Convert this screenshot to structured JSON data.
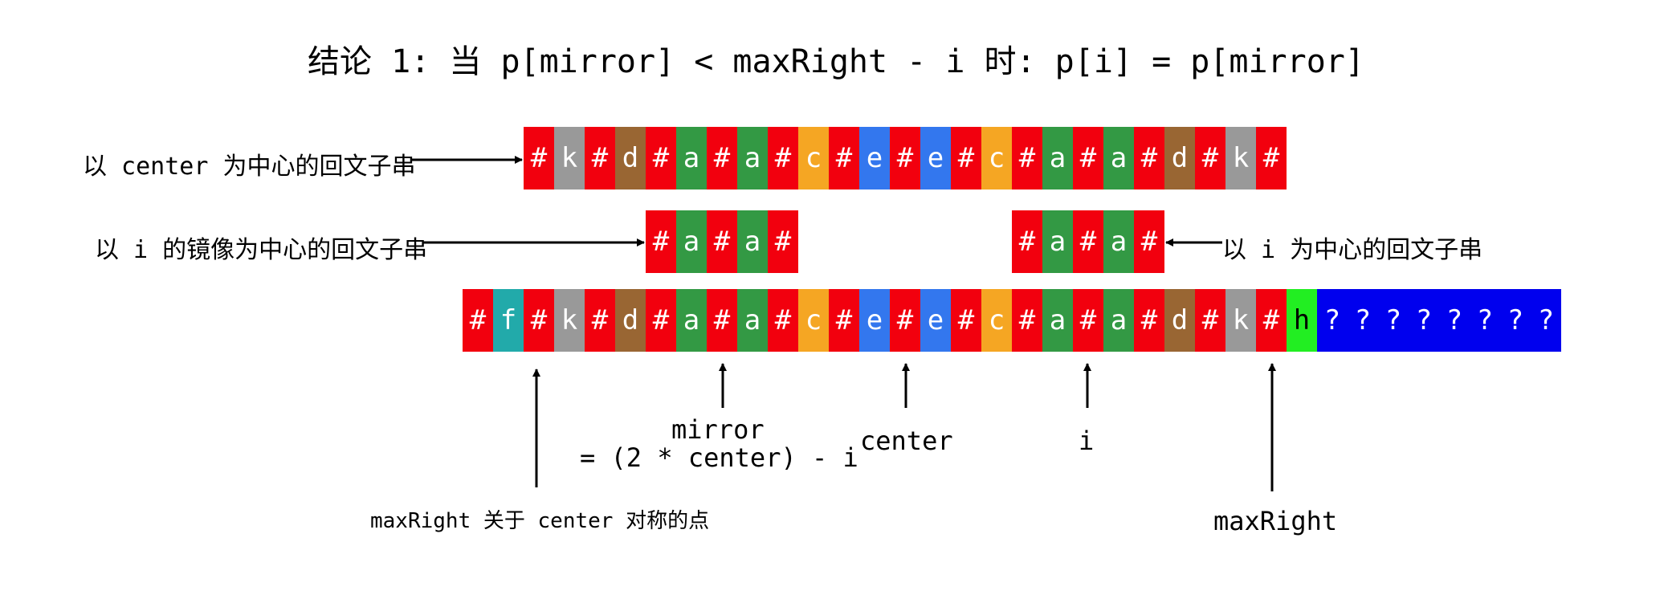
{
  "title": "结论 1: 当 p[mirror] < maxRight - i 时: p[i] = p[mirror]",
  "colors": {
    "#": "#f2000e",
    "k": "#999999",
    "d": "#996633",
    "a": "#339944",
    "c": "#f5a623",
    "e": "#3377ee",
    "f": "#22aaaa",
    "h": "#22ee22",
    "?": "#0000ee",
    "a_pale": "#4a9a5c"
  },
  "rows": {
    "center_palindrome": [
      "#",
      "k",
      "#",
      "d",
      "#",
      "a",
      "#",
      "a",
      "#",
      "c",
      "#",
      "e",
      "#",
      "e",
      "#",
      "c",
      "#",
      "a",
      "#",
      "a",
      "#",
      "d",
      "#",
      "k",
      "#"
    ],
    "mirror_palindrome": [
      "#",
      "a",
      "#",
      "a",
      "#"
    ],
    "i_palindrome": [
      "#",
      "a",
      "#",
      "a",
      "#"
    ],
    "full_string": [
      "#",
      "f",
      "#",
      "k",
      "#",
      "d",
      "#",
      "a",
      "#",
      "a",
      "#",
      "c",
      "#",
      "e",
      "#",
      "e",
      "#",
      "c",
      "#",
      "a",
      "#",
      "a",
      "#",
      "d",
      "#",
      "k",
      "#",
      "h",
      "?",
      "?",
      "?",
      "?",
      "?",
      "?",
      "?",
      "?"
    ]
  },
  "labels": {
    "center_palindrome": "以 center 为中心的回文子串",
    "mirror_palindrome": "以 i 的镜像为中心的回文子串",
    "i_palindrome": "以 i 为中心的回文子串",
    "mirror_line1": "mirror",
    "mirror_line2": "= (2 * center) - i",
    "center": "center",
    "i": "i",
    "maxRight_sym": "maxRight 关于 center 对称的点",
    "maxRight": "maxRight"
  }
}
